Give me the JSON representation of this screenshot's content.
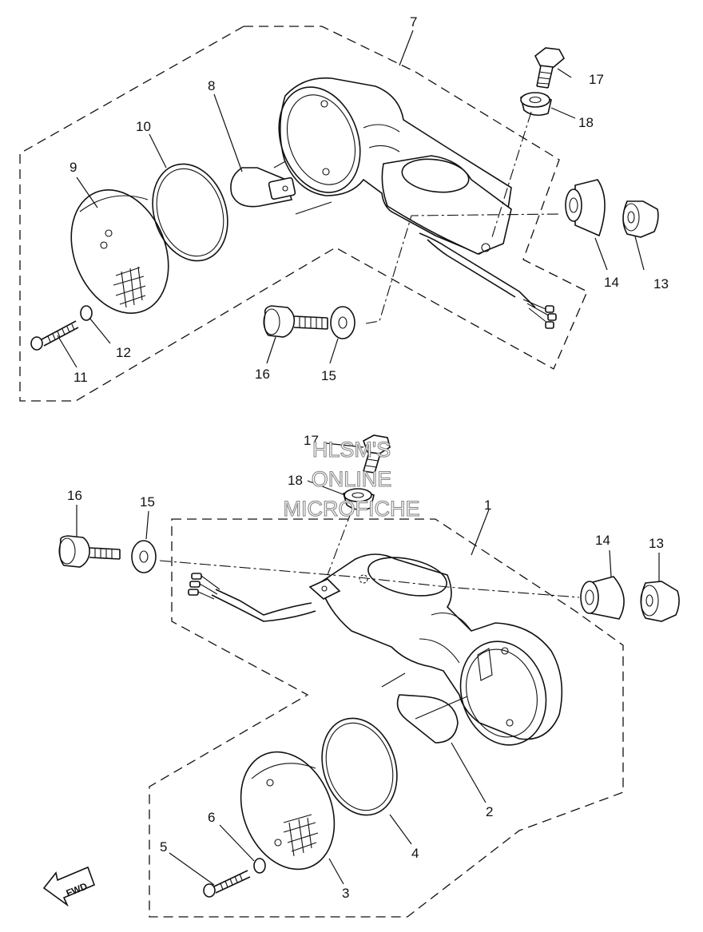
{
  "watermark": {
    "line1": "HLSM'S",
    "line2": "ONLINE",
    "line3": "MICROFICHE"
  },
  "direction_label": "FWD",
  "upper_assembly_callouts": {
    "n7": "7",
    "n8": "8",
    "n9": "9",
    "n10": "10",
    "n11": "11",
    "n12": "12",
    "n13": "13",
    "n14": "14",
    "n15": "15",
    "n16": "16",
    "n17": "17",
    "n18": "18"
  },
  "lower_assembly_callouts": {
    "n1": "1",
    "n2": "2",
    "n3": "3",
    "n4": "4",
    "n5": "5",
    "n6": "6",
    "n13": "13",
    "n14": "14",
    "n15": "15",
    "n16": "16",
    "n17": "17",
    "n18": "18"
  }
}
